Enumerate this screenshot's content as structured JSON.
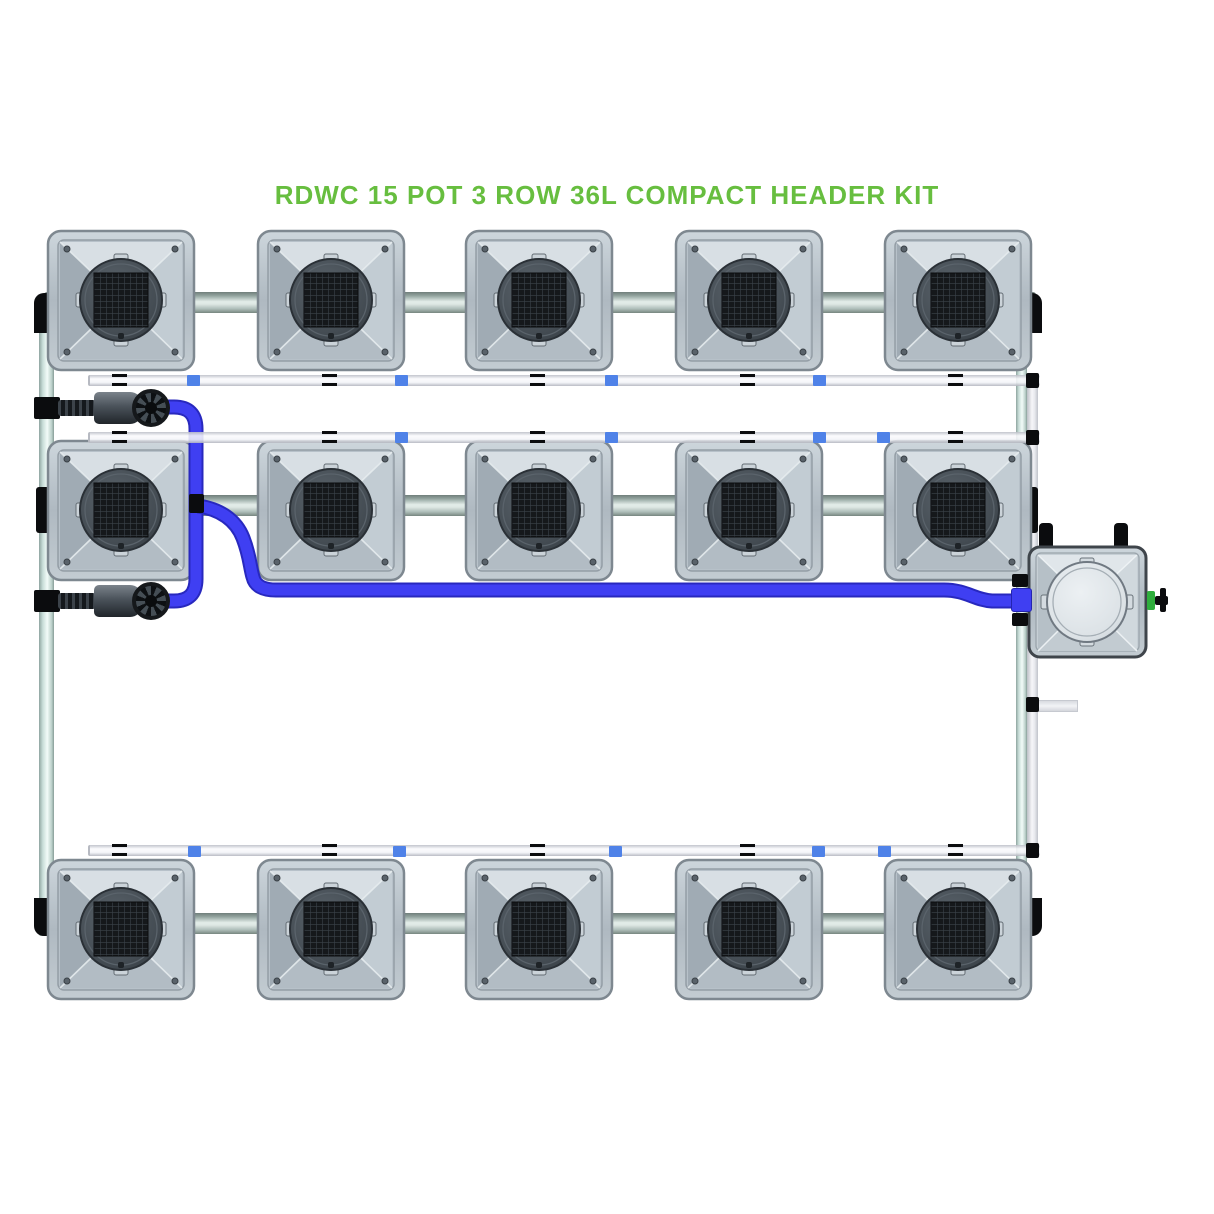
{
  "title": {
    "text": "RDWC 15 POT 3 ROW 36L COMPACT HEADER KIT"
  },
  "colors": {
    "title-green": "#67BE3F",
    "tube-blue": "#3F3FF2",
    "tube-edge": "#2828BE",
    "union-blue": "#4F82E8",
    "reservoir-green": "#2FAE3C"
  },
  "system": {
    "pots_total": 15,
    "rows": 3,
    "pots_per_row": 5,
    "header_tanks": 1,
    "pump_valves": 2
  }
}
